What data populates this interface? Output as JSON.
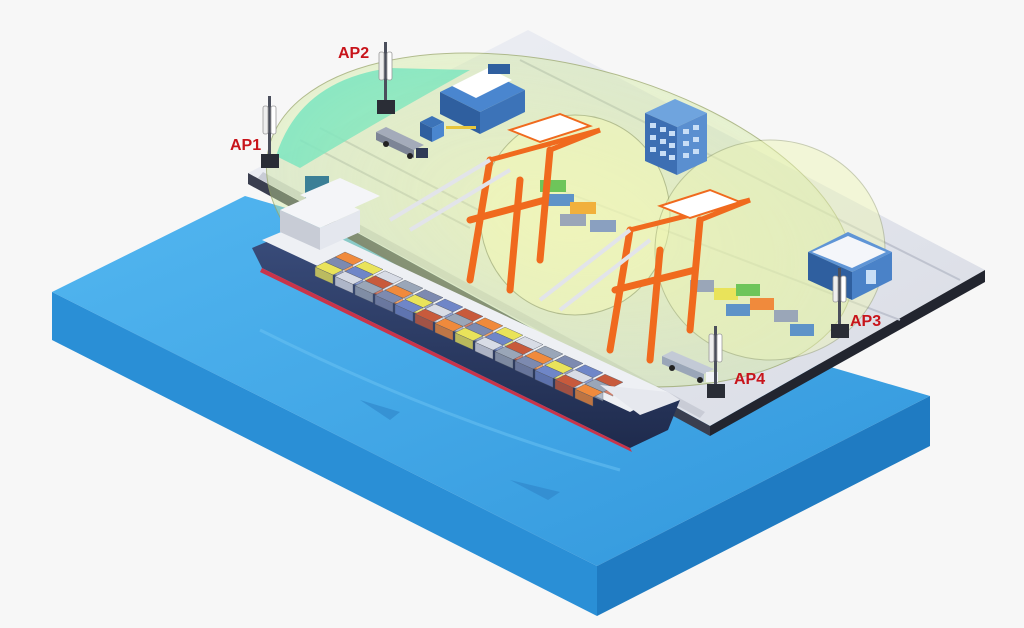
{
  "access_points": [
    {
      "id": "ap1",
      "label": "AP1"
    },
    {
      "id": "ap2",
      "label": "AP2"
    },
    {
      "id": "ap3",
      "label": "AP3"
    },
    {
      "id": "ap4",
      "label": "AP4"
    }
  ],
  "colors": {
    "background": "#f7f7f7",
    "water_top": "#3fa7e8",
    "water_side": "#2487d0",
    "water_front": "#1c74b8",
    "dock_top": "#e9ebf1",
    "dock_side": "#2e3140",
    "coverage_fill": "#dcefb4",
    "coverage_cyan": "#3fe3da",
    "crane": "#f06a1e",
    "ap_label": "#c8141b",
    "ship_hull": "#2d3d66",
    "ship_deck": "#f1f2f5"
  },
  "icons": [
    "access-point-antenna-icon",
    "gantry-crane-icon",
    "container-ship-icon",
    "office-building-icon",
    "gatehouse-icon",
    "truck-icon"
  ]
}
